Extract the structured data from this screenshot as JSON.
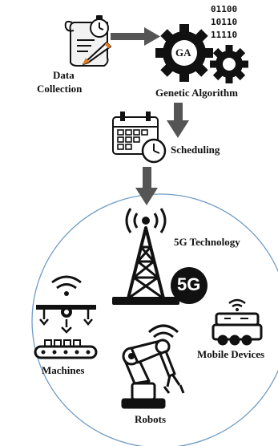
{
  "binary": [
    "01100",
    "10110",
    "11110"
  ],
  "labels": {
    "data_collection_line1": "Data",
    "data_collection_line2": "Collection",
    "ga_badge": "GA",
    "genetic_algorithm": "Genetic Algorithm",
    "scheduling": "Scheduling",
    "fiveg_technology": "5G Technology",
    "fiveg_badge": "5G",
    "machines": "Machines",
    "robots": "Robots",
    "mobile_devices": "Mobile Devices"
  },
  "colors": {
    "arrow": "#555555",
    "icon": "#111111",
    "circle_outline": "#6f9cc5",
    "paper_fill": "#f2f2f2",
    "pencil_accent": "#e07a1f"
  },
  "icons": [
    "document-stopwatch-pencil-icon",
    "gears-icon",
    "calendar-clock-icon",
    "cell-tower-icon",
    "machines-icon",
    "robot-arm-icon",
    "mobile-robot-icon",
    "wifi-icon"
  ]
}
